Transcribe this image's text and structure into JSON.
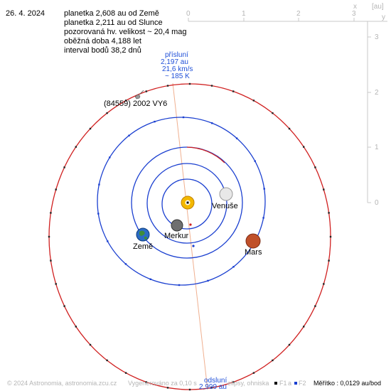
{
  "date": "26. 4. 2024",
  "info_lines": [
    "planetka 2,608 au od Země",
    "planetka 2,211 au od Slunce",
    "pozorovaná hv. velikost ~ 20,4 mag",
    "oběžná doba 4,188 let",
    "interval bodů 38,2 dnů"
  ],
  "asteroid_label": "(84559) 2002 VY6",
  "perihelion": [
    "přísluní",
    "2,197 au",
    "21,6 km/s",
    "~ 185 K"
  ],
  "aphelion": [
    "odsluní",
    "2,999 au"
  ],
  "planets": {
    "venus": "Venuše",
    "mercury": "Merkur",
    "earth": "Země",
    "mars": "Mars"
  },
  "axes": {
    "unit": "[au]",
    "x_letter": "x",
    "y_letter": "y",
    "x_ticks": [
      "0",
      "1",
      "2",
      "3"
    ],
    "y_ticks": [
      "0",
      "1",
      "2",
      "3"
    ]
  },
  "footer": {
    "copyright": "© 2024 Astronomia, astronomia.zcu.cz",
    "generated": "Vygenerováno za 0,10 s",
    "legend_tail": "elipsy, ohniska",
    "f1": "F1",
    "and_word": "a",
    "f2": "F2",
    "scale": "Měřítko : 0,0129 au/bod"
  },
  "colors": {
    "asteroid_orbit": "#d02020",
    "planet_orbit": "#1a3fd0",
    "sun": "#f3b800",
    "apsis_line": "#f0b090",
    "label_blue": "#1f4fd8"
  }
}
